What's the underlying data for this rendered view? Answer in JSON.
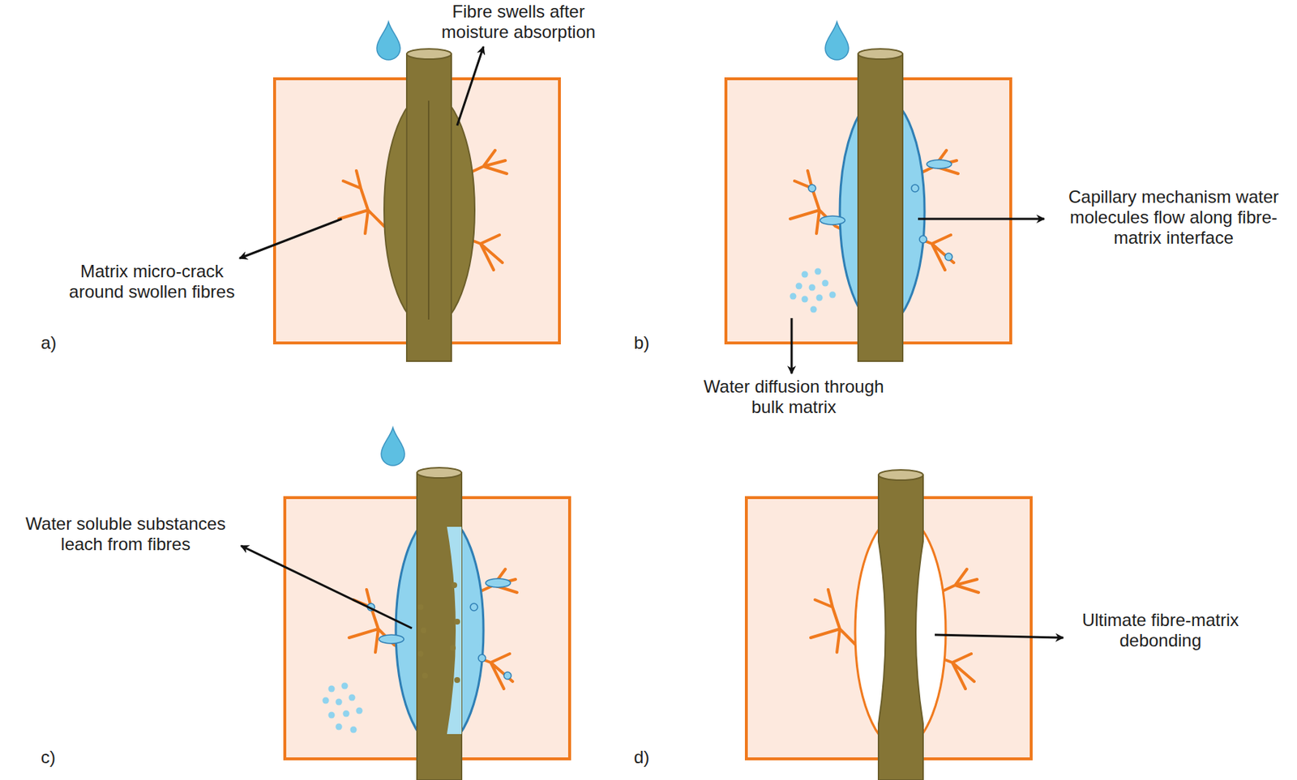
{
  "diagram": {
    "labels": [
      "Fibre swells after moisture absorption",
      "Matrix micro-crack around swollen fibres",
      "a)",
      "Capillary mechanism water molecules flow along fibre-matrix interface",
      "Water diffusion through bulk matrix",
      "b)",
      "Water soluble substances leach from fibres",
      "c)",
      "Ultimate fibre-matrix debonding",
      "d)"
    ]
  }
}
